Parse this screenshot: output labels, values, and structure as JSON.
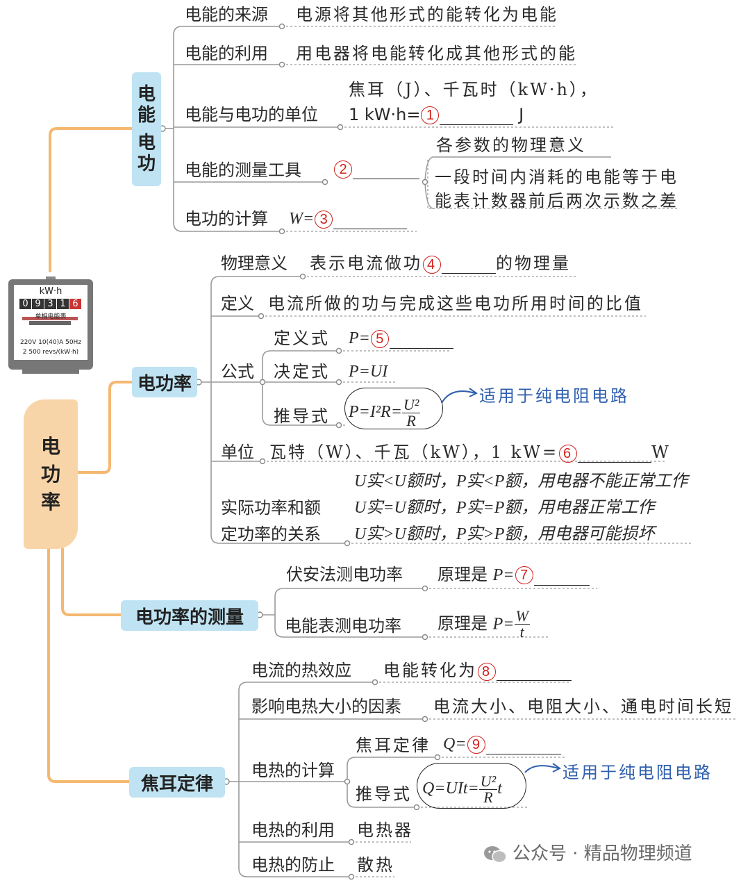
{
  "root": {
    "label_chars": [
      "电",
      "功",
      "率"
    ]
  },
  "meter": {
    "unit": "kW·h",
    "digits": [
      "0",
      "9",
      "3",
      "1",
      "6"
    ],
    "name": "单相电能表",
    "spec1": "220V  10(40)A  50Hz",
    "spec2": "2 500 revs/(kW·h)"
  },
  "branches": {
    "b1": {
      "chars": [
        "电",
        "能",
        "电",
        "功"
      ],
      "items": {
        "source_label": "电能的来源",
        "source_value": "电源将其他形式的能转化为电能",
        "use_label": "电能的利用",
        "use_value": "用电器将电能转化成其他形式的能",
        "unit_label": "电能与电功的单位",
        "unit_line1": "焦耳（J）、千瓦时（kW·h），",
        "unit_line2a": "1 kW·h=",
        "unit_num": "1",
        "unit_line2b": "J",
        "tool_label": "电能的测量工具",
        "tool_num": "2",
        "tool_meaning_title": "各参数的物理意义",
        "tool_meaning_1": "一段时间内消耗的电能等于电",
        "tool_meaning_2": "能表计数器前后两次示数之差",
        "calc_label": "电功的计算",
        "calc_expr": "W=",
        "calc_num": "3"
      }
    },
    "b2": {
      "label": "电功率",
      "items": {
        "meaning_label": "物理意义",
        "meaning_a": "表示电流做功",
        "meaning_num": "4",
        "meaning_b": "的物理量",
        "def_label": "定义",
        "def_value": "电流所做的功与完成这些电功所用时间的比值",
        "formula_label": "公式",
        "f1_label": "定义式",
        "f1_expr": "P=",
        "f1_num": "5",
        "f2_label": "决定式",
        "f2_expr": "P=UI",
        "f3_label": "推导式",
        "f3_expr": "P=I²R=",
        "f3_num": "U²",
        "f3_den": "R",
        "f3_note": "适用于纯电阻电路",
        "unit_label": "单位",
        "unit_a": "瓦特（W）、千瓦（kW），1 kW=",
        "unit_num": "6",
        "unit_b": "W",
        "rel_label1": "实际功率和额",
        "rel_label2": "定功率的关系",
        "rel1": "U实<U额时，P实<P额，用电器不能正常工作",
        "rel2": "U实=U额时，P实=P额，用电器正常工作",
        "rel3": "U实>U额时，P实>P额，用电器可能损坏"
      }
    },
    "b3": {
      "label": "电功率的测量",
      "items": {
        "va_label": "伏安法测电功率",
        "va_a": "原理是",
        "va_expr": "P=",
        "va_num": "7",
        "meter_label": "电能表测电功率",
        "meter_a": "原理是",
        "meter_expr": "P=",
        "meter_num": "W",
        "meter_den": "t"
      }
    },
    "b4": {
      "label": "焦耳定律",
      "items": {
        "heat_label": "电流的热效应",
        "heat_a": "电能转化为",
        "heat_num": "8",
        "factor_label": "影响电热大小的因素",
        "factor_value": "电流大小、电阻大小、通电时间长短",
        "calc_label": "电热的计算",
        "q1_label": "焦耳定律",
        "q1_expr": "Q=",
        "q1_num": "9",
        "q2_label": "推导式",
        "q2_expr": "Q=UIt=",
        "q2_num": "U²",
        "q2_den": "R",
        "q2_tail": "t",
        "q2_note": "适用于纯电阻电路",
        "use_label": "电热的利用",
        "use_value": "电热器",
        "prevent_label": "电热的防止",
        "prevent_value": "散热"
      }
    }
  },
  "watermark": {
    "icon": "wechat-icon",
    "text": "公众号 · 精品物理频道"
  },
  "colors": {
    "node_bg": "#bfe3f2",
    "trunk": "#f5b870",
    "number": "#d0201c",
    "note": "#2f5fae"
  }
}
